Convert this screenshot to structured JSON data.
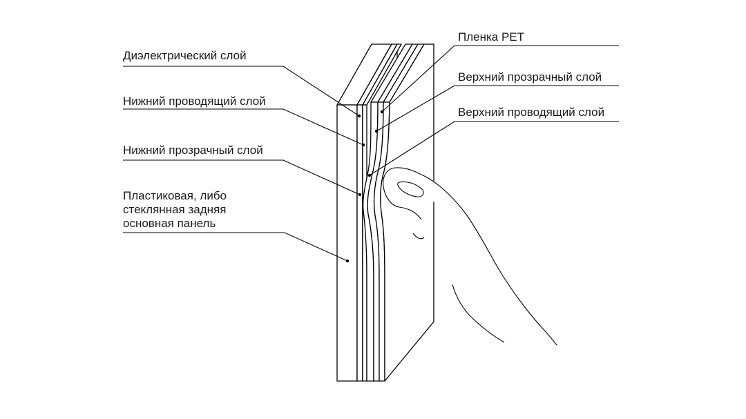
{
  "labels": {
    "dielectric": "Диэлектрический слой",
    "lower_conductive": "Нижний проводящий слой",
    "lower_transparent": "Нижний прозрачный слой",
    "back_panel_line1": "Пластиковая, либо",
    "back_panel_line2": "стеклянная задняя",
    "back_panel_line3": "основная панель",
    "pet_film": "Пленка PET",
    "upper_transparent": "Верхний прозрачный слой",
    "upper_conductive": "Верхний проводящий слой"
  }
}
